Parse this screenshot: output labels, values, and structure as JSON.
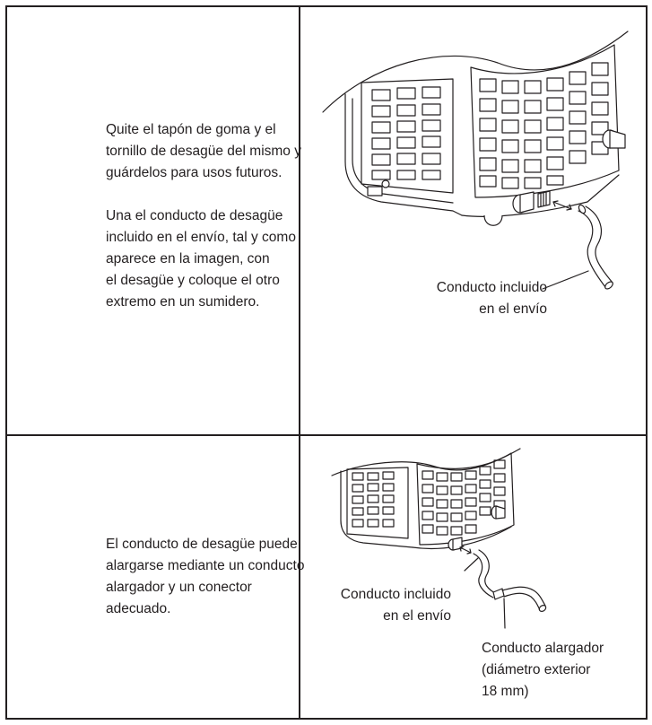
{
  "rows": [
    {
      "paragraph_1": [
        "Quite el tapón de goma y el",
        "tornillo de desagüe del mismo y",
        "guárdelos para usos futuros."
      ],
      "paragraph_2": [
        "Una el conducto de desagüe",
        "incluido en el envío, tal y como",
        "aparece en la imagen, con",
        "el desagüe y coloque el otro",
        "extremo en un sumidero."
      ],
      "caption": [
        "Conducto incluido",
        "en el envío"
      ]
    },
    {
      "paragraph_1": [
        "El conducto de desagüe puede",
        "alargarse mediante un conducto",
        "alargador y un conector",
        "adecuado."
      ],
      "caption_included": [
        "Conducto incluido",
        "en el envío"
      ],
      "caption_extension": [
        "Conducto alargador",
        "(diámetro exterior",
        "18 mm)"
      ]
    }
  ]
}
